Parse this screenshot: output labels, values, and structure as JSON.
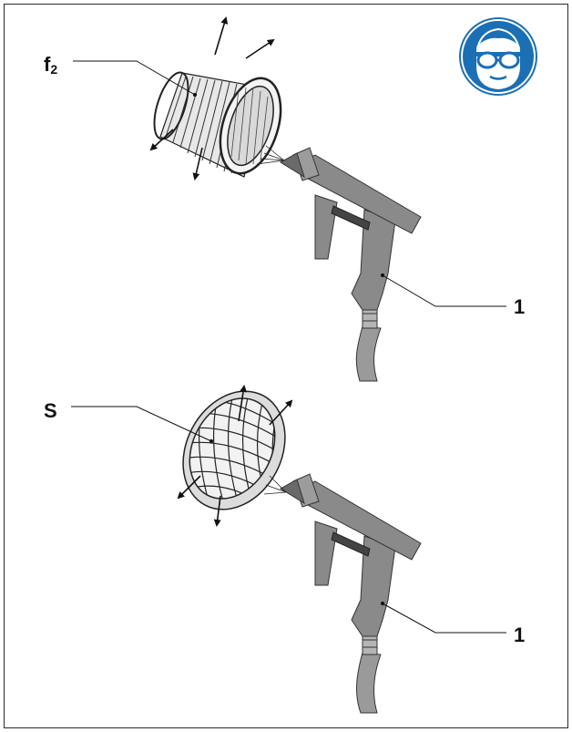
{
  "labels": {
    "filter_cartridge": "f",
    "filter_cartridge_sub": "2",
    "gun_top": "1",
    "strainer": "S",
    "gun_bottom": "1"
  },
  "icons": {
    "safety": "eye-protection-icon",
    "top_filter": "cylindrical-filter-icon",
    "bottom_filter": "mesh-strainer-icon",
    "gun": "air-blow-gun-icon"
  },
  "colors": {
    "safety_blue": "#1a6fb5",
    "gun_gray": "#8a8a8a",
    "hose_gray": "#9a9a9a"
  }
}
